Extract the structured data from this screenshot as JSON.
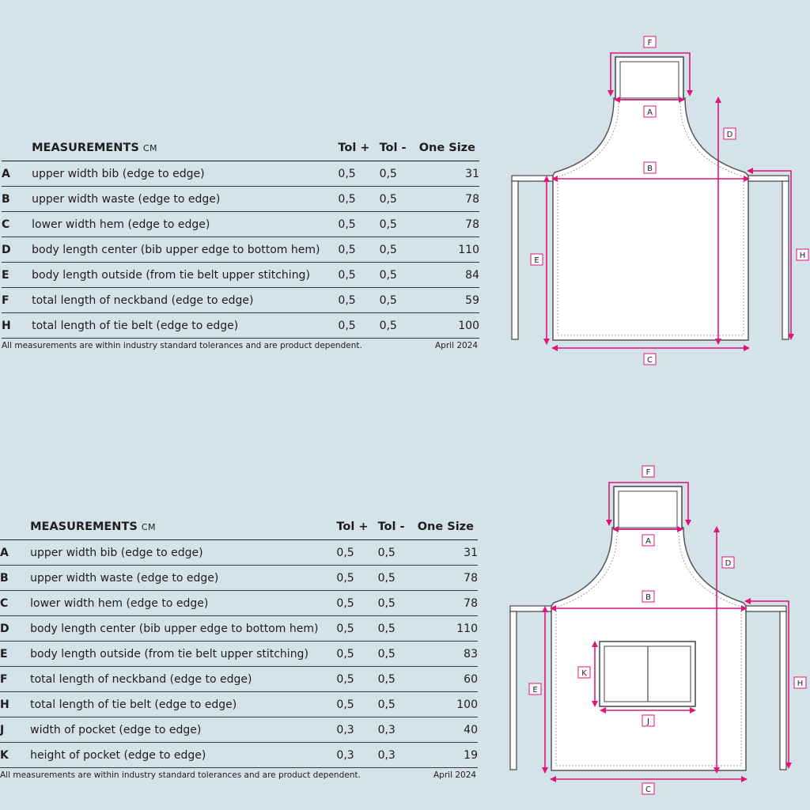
{
  "tables": [
    {
      "header": {
        "title": "MEASUREMENTS",
        "unit": "CM",
        "tol_plus": "Tol +",
        "tol_minus": "Tol -",
        "size": "One Size"
      },
      "rows": [
        {
          "code": "A",
          "desc": "upper width bib (edge to edge)",
          "tol_plus": "0,5",
          "tol_minus": "0,5",
          "size": "31"
        },
        {
          "code": "B",
          "desc": "upper width waste (edge to edge)",
          "tol_plus": "0,5",
          "tol_minus": "0,5",
          "size": "78"
        },
        {
          "code": "C",
          "desc": "lower width hem (edge to edge)",
          "tol_plus": "0,5",
          "tol_minus": "0,5",
          "size": "78"
        },
        {
          "code": "D",
          "desc": "body length center (bib upper edge to bottom hem)",
          "tol_plus": "0,5",
          "tol_minus": "0,5",
          "size": "110"
        },
        {
          "code": "E",
          "desc": "body length outside (from tie belt upper stitching)",
          "tol_plus": "0,5",
          "tol_minus": "0,5",
          "size": "84"
        },
        {
          "code": "F",
          "desc": "total length of neckband (edge to edge)",
          "tol_plus": "0,5",
          "tol_minus": "0,5",
          "size": "59"
        },
        {
          "code": "H",
          "desc": "total length of tie belt (edge to edge)",
          "tol_plus": "0,5",
          "tol_minus": "0,5",
          "size": "100"
        }
      ],
      "footnote": "All measurements are within industry standard tolerances and are product dependent.",
      "date": "April 2024"
    },
    {
      "header": {
        "title": "MEASUREMENTS",
        "unit": "CM",
        "tol_plus": "Tol +",
        "tol_minus": "Tol -",
        "size": "One Size"
      },
      "rows": [
        {
          "code": "A",
          "desc": "upper width bib (edge to edge)",
          "tol_plus": "0,5",
          "tol_minus": "0,5",
          "size": "31"
        },
        {
          "code": "B",
          "desc": "upper width waste (edge to edge)",
          "tol_plus": "0,5",
          "tol_minus": "0,5",
          "size": "78"
        },
        {
          "code": "C",
          "desc": "lower width hem (edge to edge)",
          "tol_plus": "0,5",
          "tol_minus": "0,5",
          "size": "78"
        },
        {
          "code": "D",
          "desc": "body length center (bib upper edge to bottom hem)",
          "tol_plus": "0,5",
          "tol_minus": "0,5",
          "size": "110"
        },
        {
          "code": "E",
          "desc": "body length outside (from tie belt upper stitching)",
          "tol_plus": "0,5",
          "tol_minus": "0,5",
          "size": "83"
        },
        {
          "code": "F",
          "desc": "total length of neckband (edge to edge)",
          "tol_plus": "0,5",
          "tol_minus": "0,5",
          "size": "60"
        },
        {
          "code": "H",
          "desc": "total length of tie belt (edge to edge)",
          "tol_plus": "0,5",
          "tol_minus": "0,5",
          "size": "100"
        },
        {
          "code": "J",
          "desc": "width of pocket (edge to edge)",
          "tol_plus": "0,3",
          "tol_minus": "0,3",
          "size": "40"
        },
        {
          "code": "K",
          "desc": "height of pocket (edge to edge)",
          "tol_plus": "0,3",
          "tol_minus": "0,3",
          "size": "19"
        }
      ],
      "footnote": "All measurements are within industry standard tolerances and are product dependent.",
      "date": "April 2024"
    }
  ],
  "diagrams": [
    {
      "labels": {
        "A": "A",
        "B": "B",
        "C": "C",
        "D": "D",
        "E": "E",
        "F": "F",
        "H": "H"
      }
    },
    {
      "labels": {
        "A": "A",
        "B": "B",
        "C": "C",
        "D": "D",
        "E": "E",
        "F": "F",
        "H": "H",
        "J": "J",
        "K": "K"
      }
    }
  ],
  "colors": {
    "background": "#d4e2e9",
    "accent": "#e0157a",
    "ink": "#1e1e1e",
    "garment": "#ffffff"
  }
}
